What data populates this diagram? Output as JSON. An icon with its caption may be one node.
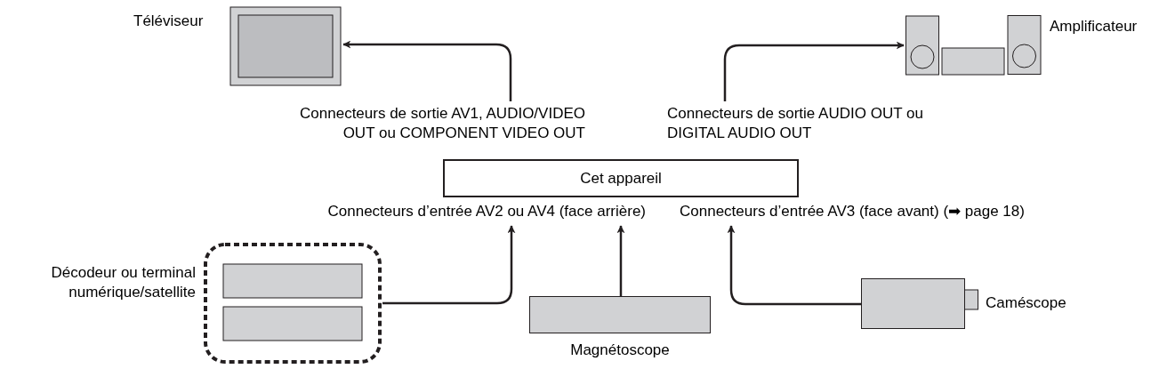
{
  "diagram": {
    "nodes": [
      {
        "text": [
          "Téléviseur"
        ]
      },
      {
        "text": [
          "Amplificateur"
        ]
      },
      {
        "text": [
          "Connecteurs de sortie AV1, AUDIO/VIDEO OUT ou COMPONENT VIDEO OUT"
        ]
      },
      {
        "text": [
          "Connecteurs de sortie AUDIO OUT ou DIGITAL AUDIO OUT"
        ]
      },
      {
        "text": [
          "Cet appareil"
        ]
      },
      {
        "text": [
          "Connecteurs d’entrée AV2 ou AV4 (face arrière)"
        ]
      },
      {
        "text": [
          "Connecteurs d’entrée AV3 (face avant) (➡ page 18)"
        ]
      },
      {
        "text": [
          "Décodeur ou terminal numérique/satellite"
        ]
      },
      {
        "text": [
          "Magnétoscope"
        ]
      },
      {
        "text": [
          "Caméscope"
        ]
      }
    ],
    "edges": [
      {
        "from": 2,
        "to": 0,
        "arrow": "to"
      },
      {
        "from": 3,
        "to": 1,
        "arrow": "to"
      },
      {
        "from": 7,
        "to": 5,
        "arrow": "to"
      },
      {
        "from": 8,
        "to": 5,
        "arrow": "to"
      },
      {
        "from": 9,
        "to": 6,
        "arrow": "to"
      }
    ]
  }
}
